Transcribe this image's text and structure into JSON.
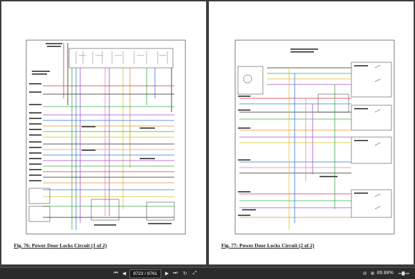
{
  "pages": [
    {
      "caption": "Fig. 76: Power Door Locks Circuit (1 of 2)"
    },
    {
      "caption": "Fig. 77: Power Door Locks Circuit (2 of 2)"
    }
  ],
  "toolbar": {
    "current_page": "8723",
    "separator": "/",
    "total_pages": "8761",
    "zoom": "89.88%",
    "zoom_level": 0.45,
    "icons": [
      "first-page-icon",
      "prev-page-icon",
      "next-page-icon",
      "last-page-icon",
      "rotate-icon",
      "fit-page-icon",
      "zoom-out-icon",
      "zoom-in-icon"
    ]
  },
  "colors": {
    "wire_red": "#d9342b",
    "wire_green": "#3aa64a",
    "wire_blue": "#3a6fd9",
    "wire_purple": "#9b4fc9",
    "wire_orange": "#e68a2e",
    "wire_yellow": "#d6c21e",
    "wire_pink": "#e27fb3",
    "wire_black": "#222222"
  }
}
